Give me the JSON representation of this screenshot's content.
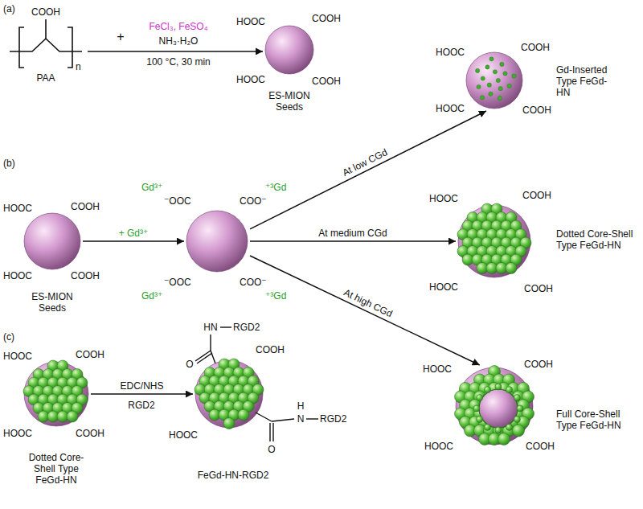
{
  "diagram": {
    "nodes": [
      {
        "text": [
          "COOH",
          "n",
          "PAA"
        ]
      },
      {
        "text": [
          "HOOC",
          "COOH",
          "HOOC",
          "COOH",
          "ES-MION Seeds"
        ]
      },
      {
        "text": [
          "HOOC",
          "COOH",
          "HOOC",
          "COOH",
          "Gd-Inserted Type FeGd-HN"
        ]
      },
      {
        "text": [
          "HOOC",
          "COOH",
          "HOOC",
          "COOH",
          "ES-MION Seeds"
        ]
      },
      {
        "text": [
          "Gd³⁺",
          "⁻OOC",
          "COO⁻",
          "⁺³Gd",
          "⁻OOC",
          "Gd³⁺",
          "COO⁻",
          "⁺³Gd"
        ]
      },
      {
        "text": [
          "HOOC",
          "COOH",
          "HOOC",
          "COOH",
          "Dotted Core-Shell Type FeGd-HN"
        ]
      },
      {
        "text": [
          "HOOC",
          "COOH",
          "HOOC",
          "COOH",
          "Full Core-Shell Type FeGd-HN"
        ]
      },
      {
        "text": [
          "HOOC",
          "COOH",
          "HOOC",
          "COOH",
          "Dotted Core-Shell Type FeGd-HN"
        ]
      },
      {
        "text": [
          "HN",
          "RGD2",
          "O",
          "COOH",
          "HOOC",
          "H",
          "N",
          "RGD2",
          "O",
          "FeGd-HN-RGD2"
        ]
      }
    ],
    "edges": [
      {
        "from": 0,
        "to": 1,
        "arrow": "to"
      },
      {
        "from": 3,
        "to": 4,
        "label": "+ Gd³⁺",
        "arrow": "to"
      },
      {
        "from": 4,
        "to": 2,
        "label": "At low CGd",
        "arrow": "to"
      },
      {
        "from": 4,
        "to": 5,
        "label": "At medium CGd",
        "arrow": "to"
      },
      {
        "from": 4,
        "to": 6,
        "label": "At high CGd",
        "arrow": "to"
      },
      {
        "from": 7,
        "to": 8,
        "label": "EDC/NHS",
        "arrow": "to"
      }
    ],
    "labels": [
      "(a)",
      "+",
      "FeCl₃, FeSO₄",
      "NH₃·H₂O",
      "100 °C, 30 min",
      "(b)",
      "(c)",
      "RGD2"
    ]
  }
}
